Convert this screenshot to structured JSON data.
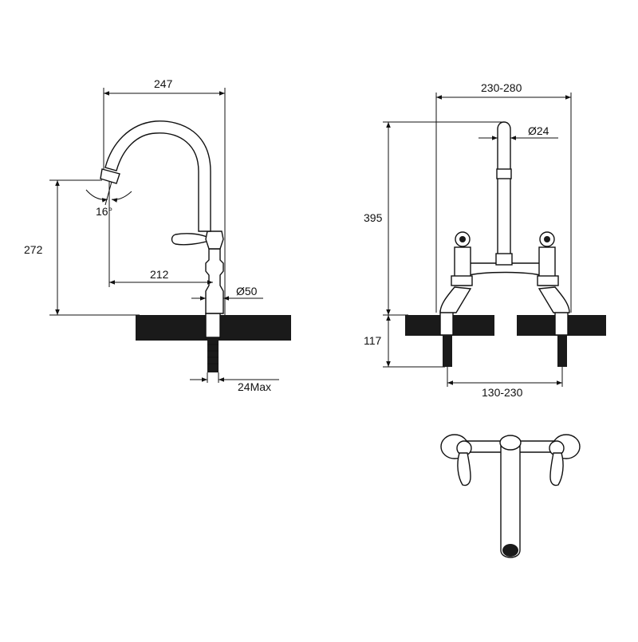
{
  "drawing": {
    "side_view": {
      "overall_width": "247",
      "spout_reach": "212",
      "height": "272",
      "swivel_angle": "16°",
      "base_diameter": "Ø50",
      "max_deck_thickness": "24Max"
    },
    "front_view": {
      "centres_range": "230-280",
      "spout_diameter": "Ø24",
      "height": "395",
      "shank_length": "117",
      "hole_spacing_range": "130-230"
    }
  },
  "colors": {
    "line": "#111111",
    "deck": "#1a1a1a",
    "background": "#ffffff"
  }
}
